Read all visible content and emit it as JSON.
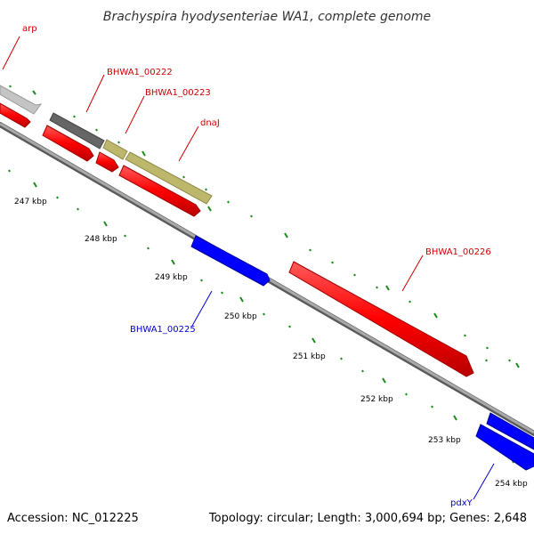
{
  "title": "Brachyspira hyodysenteriae WA1, complete genome",
  "footer": {
    "accession": "Accession: NC_012225",
    "topology": "Topology: circular; Length: 3,000,694 bp; Genes: 2,648"
  },
  "colors": {
    "forward_cds": "#ff0000",
    "reverse_cds": "#0000ff",
    "gene_grey": "#bdbdbd",
    "gene_dark": "#616161",
    "gene_olive": "#bdb76b",
    "backbone": "#8c8c8c",
    "tick": "#1a8a1a",
    "forward_label": "#cc0000",
    "reverse_label": "#0000cc"
  },
  "kbp_labels": [
    "247 kbp",
    "248 kbp",
    "249 kbp",
    "250 kbp",
    "251 kbp",
    "252 kbp",
    "253 kbp",
    "254 kbp"
  ],
  "gene_labels": {
    "arp": "arp",
    "bhwa1_00222": "BHWA1_00222",
    "bhwa1_00223": "BHWA1_00223",
    "dnaj": "dnaJ",
    "bhwa1_00226": "BHWA1_00226",
    "bhwa1_00225": "BHWA1_00225",
    "pdxy": "pdxY"
  }
}
